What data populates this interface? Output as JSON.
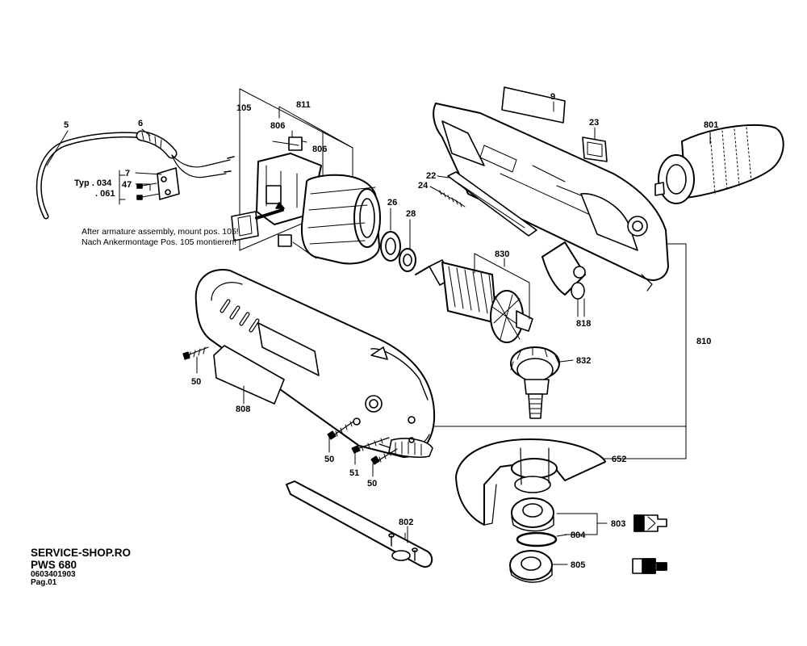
{
  "parts": {
    "p5": "5",
    "p6": "6",
    "p7": "7",
    "p47": "47",
    "p105": "105",
    "p811": "811",
    "p806a": "806",
    "p806b": "806",
    "p26": "26",
    "p28": "28",
    "p830": "830",
    "p9": "9",
    "p23": "23",
    "p22": "22",
    "p24": "24",
    "p801": "801",
    "p818": "818",
    "p810": "810",
    "p832": "832",
    "p50a": "50",
    "p808": "808",
    "p50b": "50",
    "p51": "51",
    "p50c": "50",
    "p652": "652",
    "p802": "802",
    "p803": "803",
    "p804": "804",
    "p805": "805"
  },
  "typ": {
    "label": "Typ .",
    "v1": "034",
    "v2": ". 061"
  },
  "note": {
    "line1": "After armature assembly, mount pos. 105!",
    "line2": "Nach Ankermontage Pos. 105 montieren!"
  },
  "footer": {
    "shop": "SERVICE-SHOP.RO",
    "model": "PWS 680",
    "code": "0603401903",
    "page": "Pag.01"
  }
}
